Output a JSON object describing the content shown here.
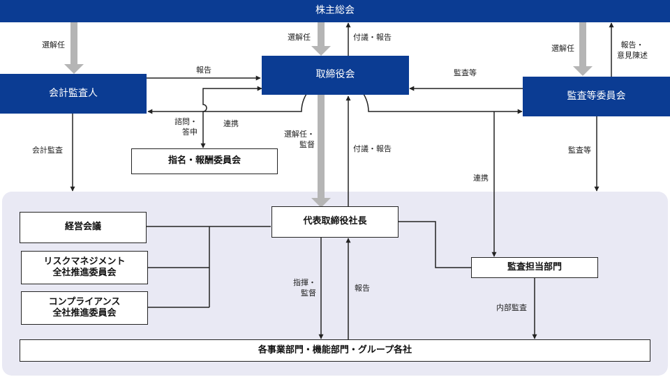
{
  "boxes": {
    "shareholders": "株主総会",
    "board": "取締役会",
    "accounting_auditor": "会計監査人",
    "audit_committee": "監査等委員会",
    "nomination_committee": "指名・報酬委員会",
    "president": "代表取締役社長",
    "management_meeting": "経営会議",
    "risk_committee": [
      "リスクマネジメント",
      "全社推進委員会"
    ],
    "compliance_committee": [
      "コンプライアンス",
      "全社推進委員会"
    ],
    "audit_department": "監査担当部門",
    "divisions": "各事業部門・機能部門・グループ各社"
  },
  "labels": {
    "elect_left": "選解任",
    "elect_center": "選解任",
    "report_to_sh": "付議・報告",
    "elect_right": "選解任",
    "report_opinion": [
      "報告・",
      "意見陳述"
    ],
    "report_top": "報告",
    "audit_etc_top": "監査等",
    "consult": [
      "諮問・",
      "答申"
    ],
    "cooperation_left": "連携",
    "elect_supervise": [
      "選解任・",
      "監督"
    ],
    "report_board": "付議・報告",
    "accounting_audit": "会計監査",
    "audit_etc_right": "監査等",
    "cooperation_right": "連携",
    "direct_supervise": [
      "指揮・",
      "監督"
    ],
    "report_president": "報告",
    "internal_audit": "内部監査"
  },
  "colors": {
    "navy": "#0b3c93",
    "thick_arrow": "#b5b5b5",
    "line": "#222222",
    "region_bg": "#e9e9f4"
  }
}
